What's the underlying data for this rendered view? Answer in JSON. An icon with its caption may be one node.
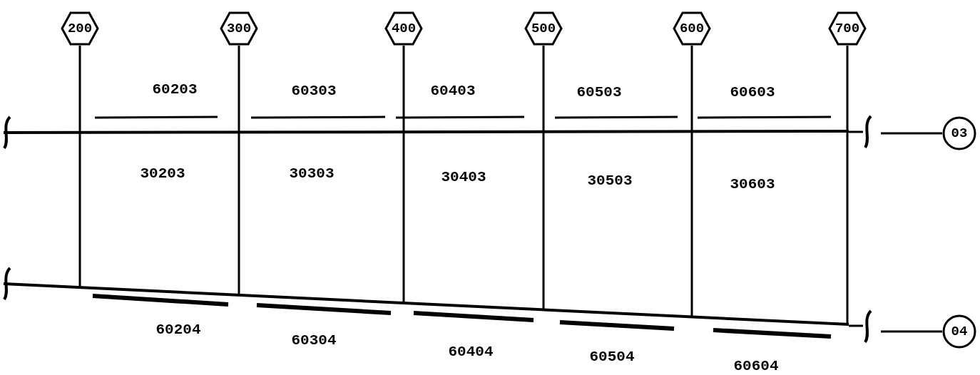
{
  "diagram": {
    "nodes": [
      {
        "text": [
          "200"
        ]
      },
      {
        "text": [
          "300"
        ]
      },
      {
        "text": [
          "400"
        ]
      },
      {
        "text": [
          "500"
        ]
      },
      {
        "text": [
          "600"
        ]
      },
      {
        "text": [
          "700"
        ]
      },
      {
        "text": [
          "03"
        ]
      },
      {
        "text": [
          "04"
        ]
      }
    ],
    "edges": [
      {
        "from": 0,
        "to": null,
        "arrow": "none"
      },
      {
        "from": 1,
        "to": null,
        "arrow": "none"
      },
      {
        "from": 2,
        "to": null,
        "arrow": "none"
      },
      {
        "from": 3,
        "to": null,
        "arrow": "none"
      },
      {
        "from": 4,
        "to": null,
        "arrow": "none"
      },
      {
        "from": 5,
        "to": null,
        "arrow": "none"
      },
      {
        "from": 6,
        "to": null,
        "arrow": "none"
      },
      {
        "from": 7,
        "to": null,
        "arrow": "none"
      }
    ],
    "labels": [
      "60203",
      "60303",
      "60403",
      "60503",
      "60603",
      "30203",
      "30303",
      "30403",
      "30503",
      "30603",
      "60204",
      "60304",
      "60404",
      "60504",
      "60604"
    ]
  }
}
